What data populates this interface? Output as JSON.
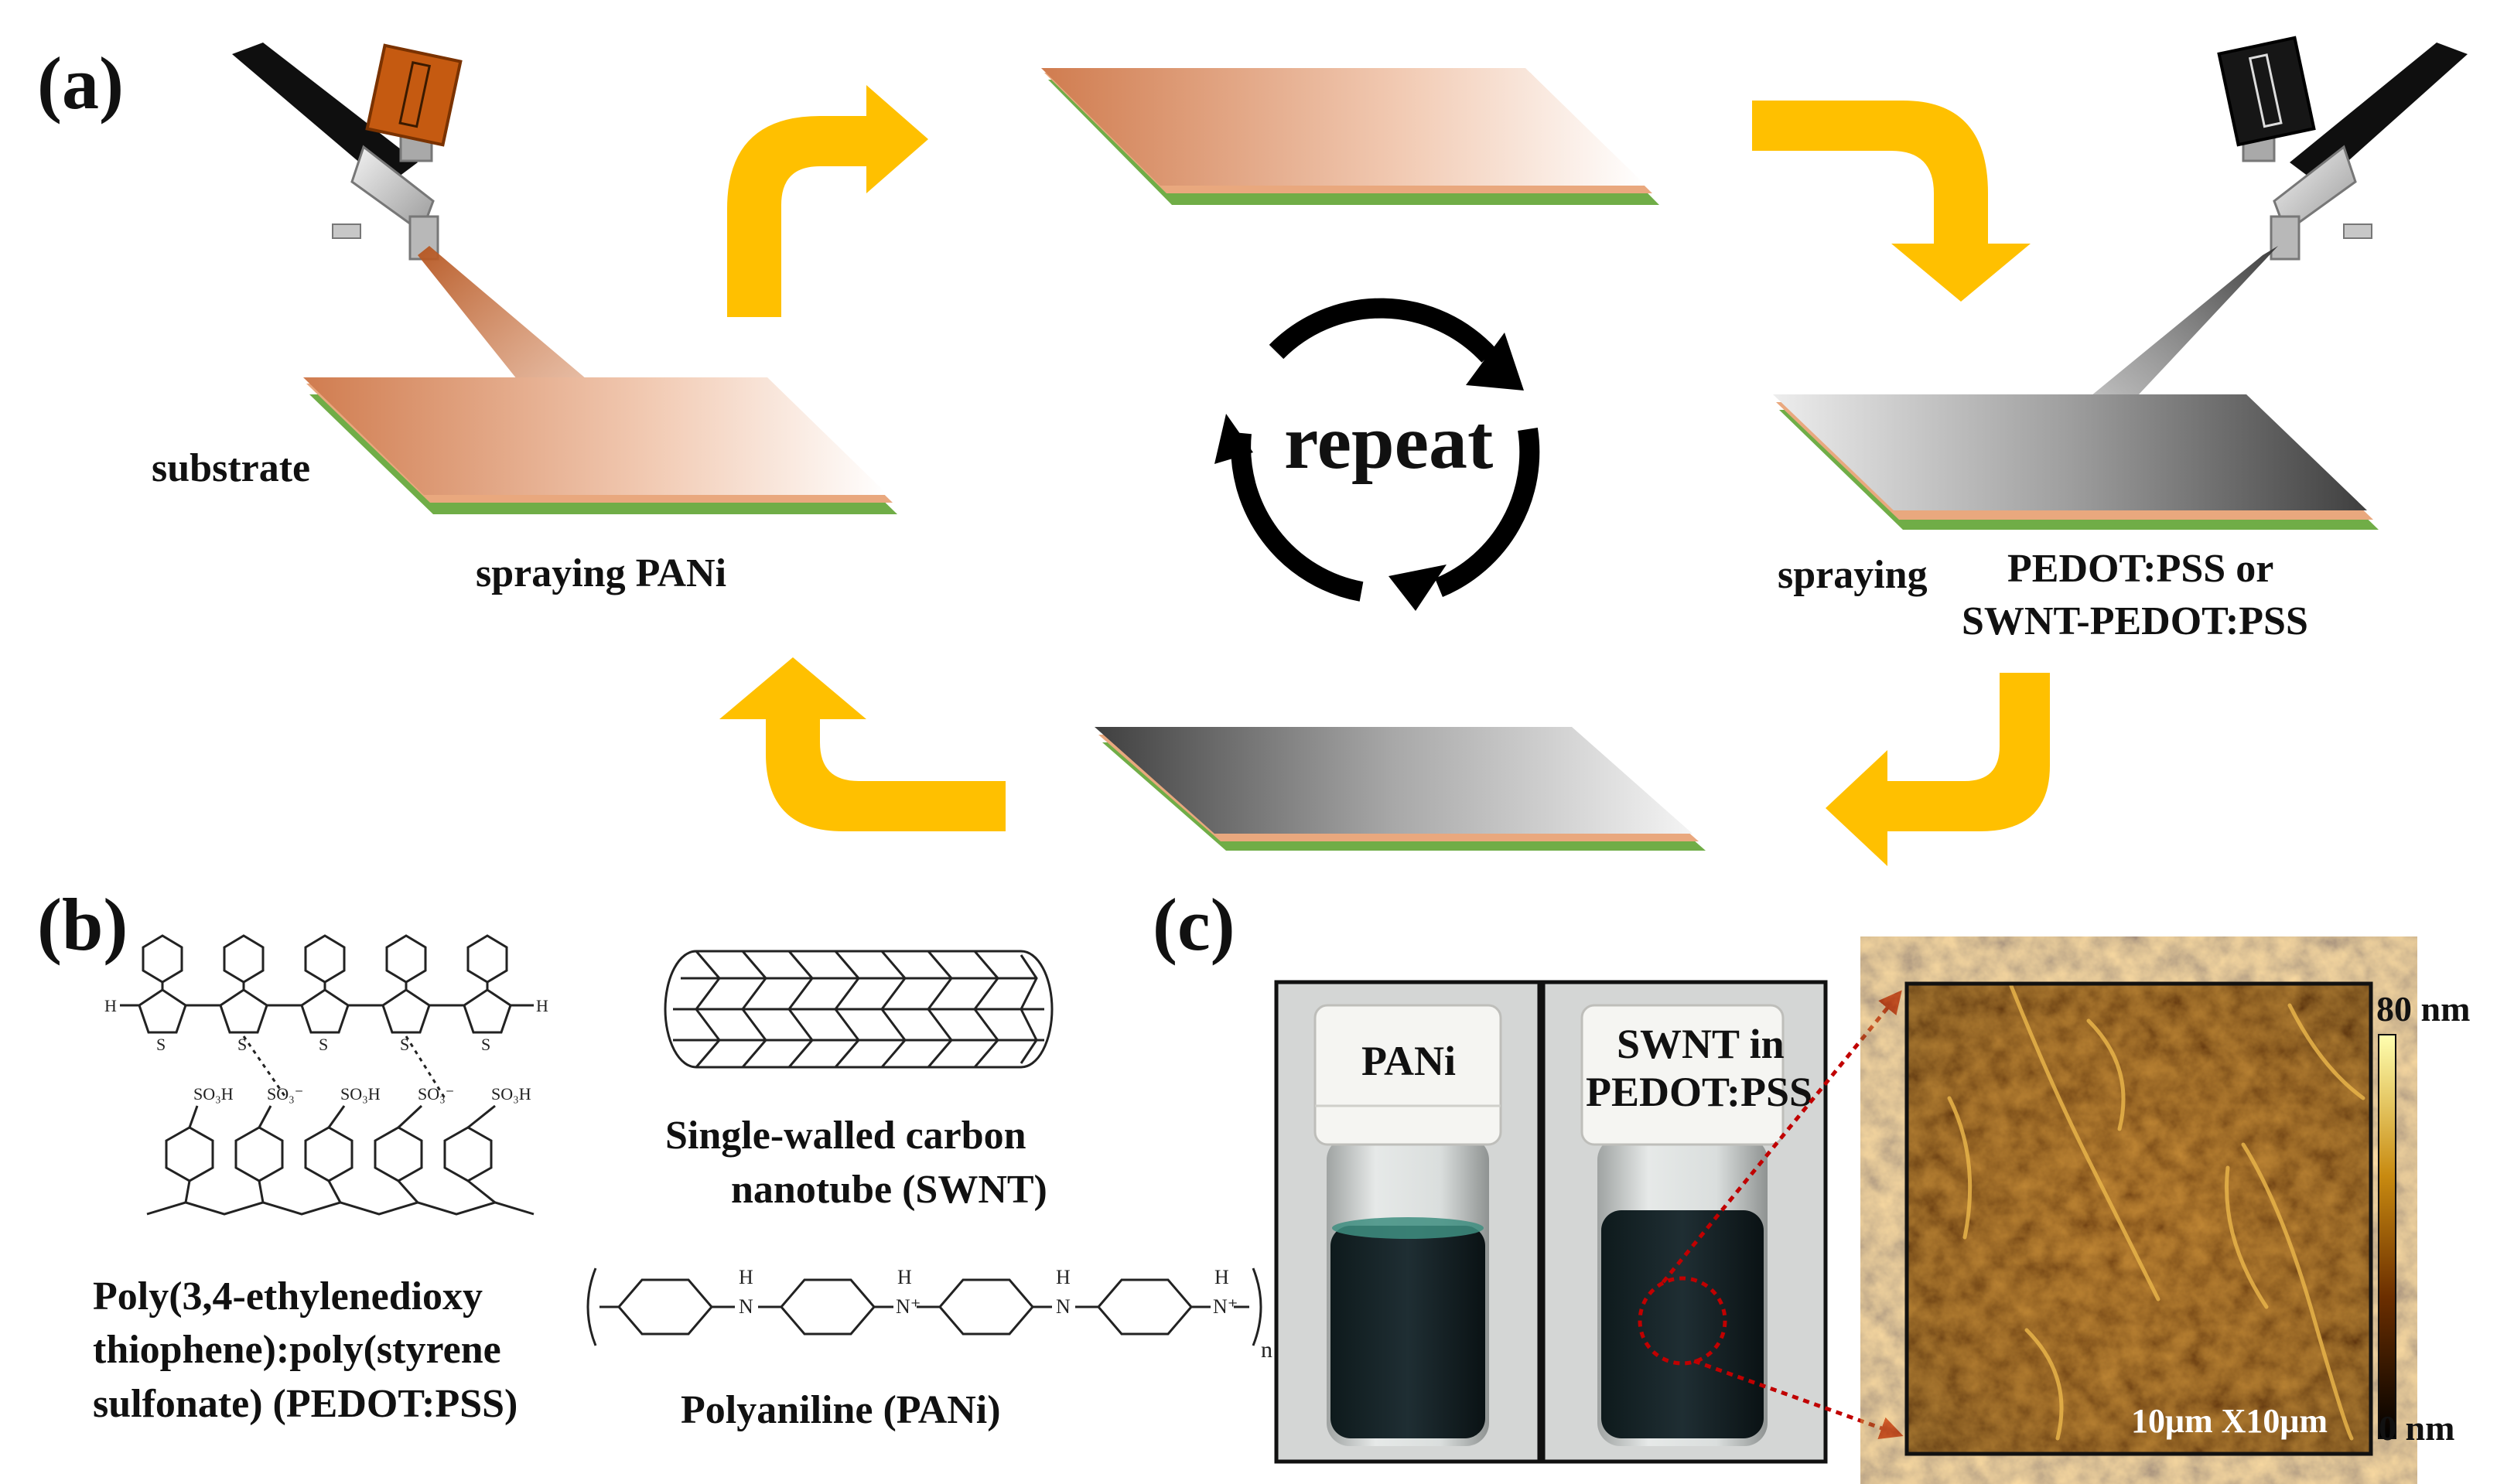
{
  "panels": {
    "a": "(a)",
    "b": "(b)",
    "c": "(c)"
  },
  "panel_a": {
    "substrate_label": "substrate",
    "spray_pani_label": "spraying PANi",
    "repeat_label": "repeat",
    "spraying_label": "spraying",
    "spray_pedot_line1": "PEDOT:PSS or",
    "spray_pedot_line2": "SWNT-PEDOT:PSS"
  },
  "panel_b": {
    "pedot_line1": "Poly(3,4-ethylenedioxy",
    "pedot_line2": "thiophene):poly(styrene",
    "pedot_line3": "sulfonate) (PEDOT:PSS)",
    "swnt_line1": "Single-walled carbon",
    "swnt_line2": "nanotube (SWNT)",
    "pani_caption": "Polyaniline (PANi)",
    "chem": {
      "h": "H",
      "s": "S",
      "so3h": "SO₃H",
      "so3minus": "SO₃⁻",
      "n": "N",
      "nplus": "N⁺",
      "sub_n": "n"
    }
  },
  "panel_c": {
    "jar1_label": "PANi",
    "jar2_label_line1": "SWNT in",
    "jar2_label_line2": "PEDOT:PSS",
    "afm_scale": "10μm X10μm",
    "colorbar_max": "80 nm",
    "colorbar_min": "0 nm"
  },
  "colors": {
    "arrow": "#FFC000",
    "substrate_green": "#70AD47",
    "pani_copper": "#D2703C",
    "pedot_gray": "#4A4A4A",
    "zoom_red": "#C00000"
  }
}
